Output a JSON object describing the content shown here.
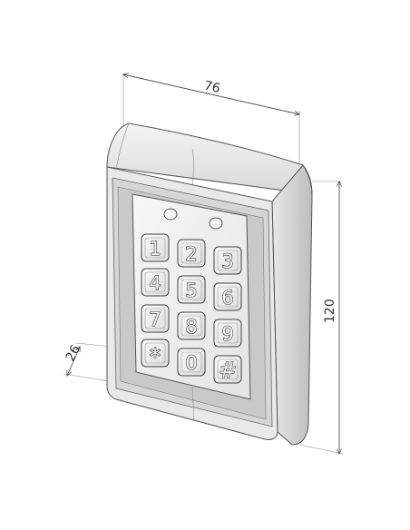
{
  "dimensions": {
    "width": "76",
    "height": "120",
    "depth": "26"
  },
  "keypad": {
    "keys": [
      "1",
      "2",
      "3",
      "4",
      "5",
      "6",
      "7",
      "8",
      "9",
      "*",
      "0",
      "#"
    ]
  },
  "colors": {
    "line": "#555555",
    "housing_shadow": "#d0d0d0",
    "key_face": "#f2f2f2",
    "background": "#ffffff"
  }
}
